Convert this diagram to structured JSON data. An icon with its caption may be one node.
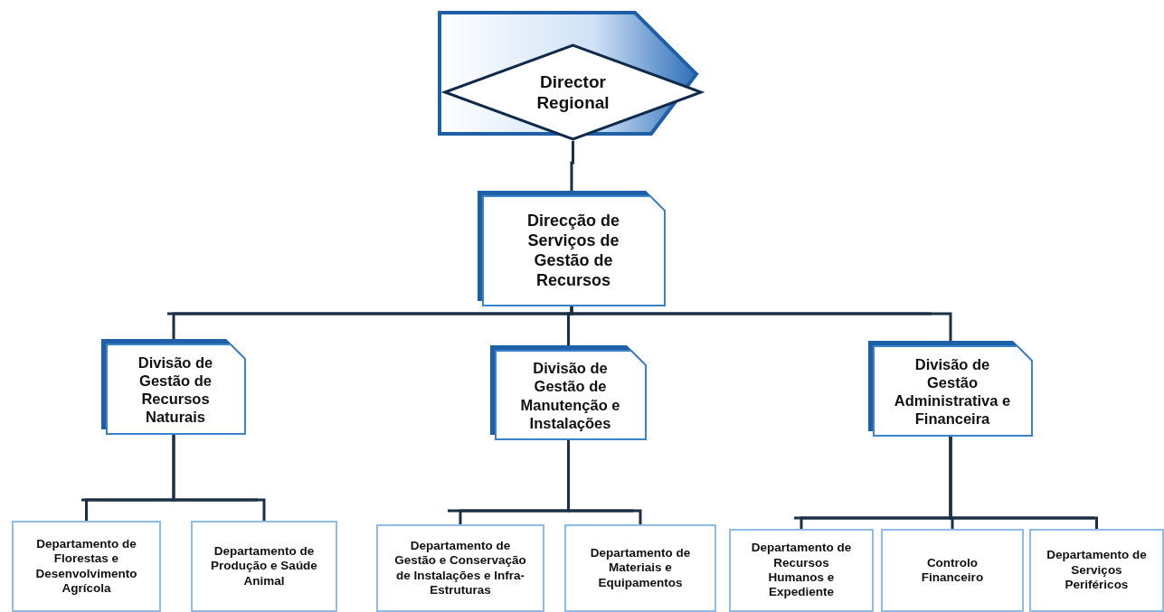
{
  "diagram": {
    "nodes": [
      {
        "text": [
          "Director Regional"
        ]
      },
      {
        "text": [
          "Direcção de Serviços de Gestão de Recursos"
        ]
      },
      {
        "text": [
          "Divisão de Gestão de Recursos Naturais"
        ]
      },
      {
        "text": [
          "Divisão de Gestão de Manutenção e Instalações"
        ]
      },
      {
        "text": [
          "Divisão de Gestão Administrativa e Financeira"
        ]
      },
      {
        "text": [
          "Departamento de Florestas e Desenvolvimento Agrícola"
        ]
      },
      {
        "text": [
          "Departamento de Produção e Saúde Animal"
        ]
      },
      {
        "text": [
          "Departamento de Gestão e Conservação de Instalações e Infra-Estruturas"
        ]
      },
      {
        "text": [
          "Departamento de Materiais e Equipamentos"
        ]
      },
      {
        "text": [
          "Departamento de Recursos Humanos e Expediente"
        ]
      },
      {
        "text": [
          "Controlo Financeiro"
        ]
      },
      {
        "text": [
          "Departamento de Serviços Periféricos"
        ]
      }
    ],
    "edges": [
      {
        "from": 0,
        "to": 1,
        "arrow": "none"
      },
      {
        "from": 1,
        "to": 2,
        "arrow": "none"
      },
      {
        "from": 1,
        "to": 3,
        "arrow": "none"
      },
      {
        "from": 1,
        "to": 4,
        "arrow": "none"
      },
      {
        "from": 2,
        "to": 5,
        "arrow": "none"
      },
      {
        "from": 2,
        "to": 6,
        "arrow": "none"
      },
      {
        "from": 3,
        "to": 7,
        "arrow": "none"
      },
      {
        "from": 3,
        "to": 8,
        "arrow": "none"
      },
      {
        "from": 4,
        "to": 9,
        "arrow": "none"
      },
      {
        "from": 4,
        "to": 10,
        "arrow": "none"
      },
      {
        "from": 4,
        "to": 11,
        "arrow": "none"
      }
    ]
  }
}
